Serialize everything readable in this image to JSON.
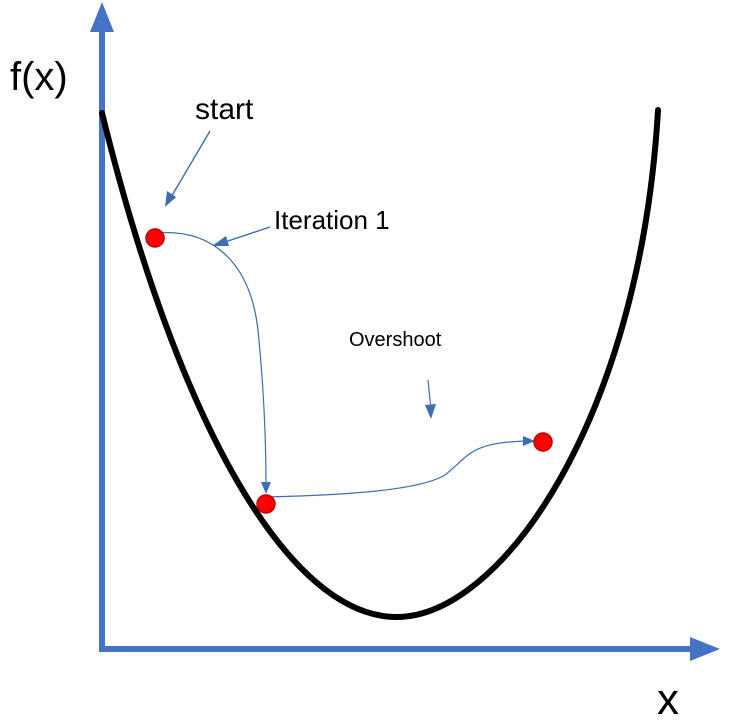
{
  "diagram": {
    "axis_y_label": "f(x)",
    "axis_x_label": "x",
    "label_start": "start",
    "label_iteration": "Iteration 1",
    "label_overshoot": "Overshoot",
    "colors": {
      "axis": "#4472c4",
      "curve": "#000000",
      "arrow": "#3c6eb4",
      "point": "#ff0000",
      "point_outline": "#c00000"
    }
  }
}
